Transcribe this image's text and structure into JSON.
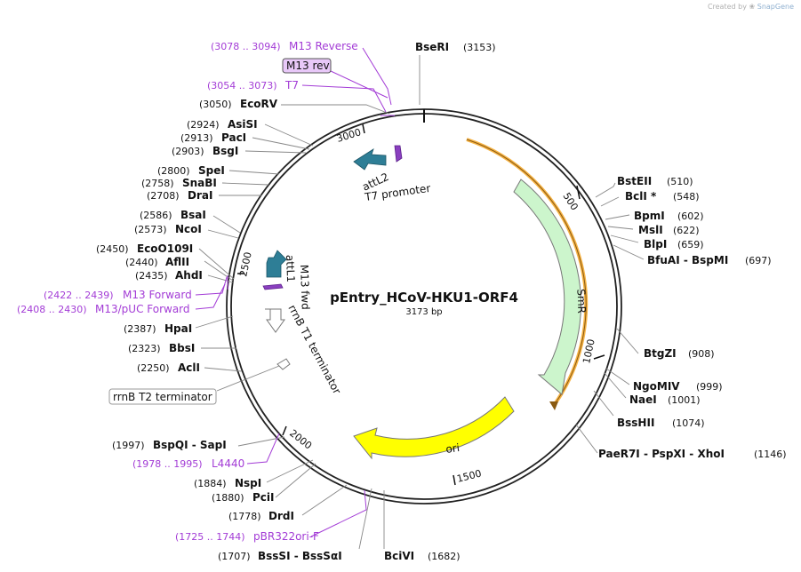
{
  "credit": {
    "prefix": "Created by",
    "brand": "SnapGene"
  },
  "plasmid": {
    "name": "pEntry_HCoV-HKU1-ORF4",
    "length": "3173 bp"
  },
  "ticks": [
    "500",
    "1000",
    "1500",
    "2000",
    "2500",
    "3000"
  ],
  "sites": [
    {
      "name": "BseRI",
      "pos": "(3153)"
    },
    {
      "name": "BstEII",
      "pos": "(510)"
    },
    {
      "name": "BclI *",
      "pos": "(548)"
    },
    {
      "name": "BpmI",
      "pos": "(602)"
    },
    {
      "name": "MslI",
      "pos": "(622)"
    },
    {
      "name": "BlpI",
      "pos": "(659)"
    },
    {
      "name": "BfuAI - BspMI",
      "pos": "(697)"
    },
    {
      "name": "BtgZI",
      "pos": "(908)"
    },
    {
      "name": "NgoMIV",
      "pos": "(999)"
    },
    {
      "name": "NaeI",
      "pos": "(1001)"
    },
    {
      "name": "BssHII",
      "pos": "(1074)"
    },
    {
      "name": "PaeR7I - PspXI - XhoI",
      "pos": "(1146)"
    },
    {
      "name": "BciVI",
      "pos": "(1682)"
    },
    {
      "name": "BssSI - BssSαI",
      "pos": "(1707)"
    },
    {
      "name": "DrdI",
      "pos": "(1778)"
    },
    {
      "name": "PciI",
      "pos": "(1880)"
    },
    {
      "name": "NspI",
      "pos": "(1884)"
    },
    {
      "name": "BspQI - SapI",
      "pos": "(1997)"
    },
    {
      "name": "AclI",
      "pos": "(2250)"
    },
    {
      "name": "BbsI",
      "pos": "(2323)"
    },
    {
      "name": "HpaI",
      "pos": "(2387)"
    },
    {
      "name": "AhdI",
      "pos": "(2435)"
    },
    {
      "name": "AflII",
      "pos": "(2440)"
    },
    {
      "name": "EcoO109I",
      "pos": "(2450)"
    },
    {
      "name": "NcoI",
      "pos": "(2573)"
    },
    {
      "name": "BsaI",
      "pos": "(2586)"
    },
    {
      "name": "DraI",
      "pos": "(2708)"
    },
    {
      "name": "SnaBI",
      "pos": "(2758)"
    },
    {
      "name": "SpeI",
      "pos": "(2800)"
    },
    {
      "name": "BsgI",
      "pos": "(2903)"
    },
    {
      "name": "PacI",
      "pos": "(2913)"
    },
    {
      "name": "AsiSI",
      "pos": "(2924)"
    },
    {
      "name": "EcoRV",
      "pos": "(3050)"
    }
  ],
  "primers": [
    {
      "name": "M13 Reverse",
      "range": "(3078 .. 3094)"
    },
    {
      "name": "T7",
      "range": "(3054 .. 3073)"
    },
    {
      "name": "M13 Forward",
      "range": "(2422 .. 2439)"
    },
    {
      "name": "M13/pUC Forward",
      "range": "(2408 .. 2430)"
    },
    {
      "name": "L4440",
      "range": "(1978 .. 1995)"
    },
    {
      "name": "pBR322ori-F",
      "range": "(1725 .. 1744)"
    }
  ],
  "boxed": {
    "m13rev": "M13 rev",
    "rrnb_t2": "rrnB T2 terminator"
  },
  "features": {
    "attL2": "attL2",
    "t7_promoter": "T7 promoter",
    "smr": "SmR",
    "ori": "ori",
    "attL1": "attL1",
    "m13fwd": "M13 fwd",
    "rrnb_t1": "rrnB T1 terminator"
  },
  "colors": {
    "smr": "#ccf5cc",
    "ori": "#ffff00",
    "att": "#2e7e96",
    "primer": "#a33cd6",
    "orange": "#f5a623"
  }
}
